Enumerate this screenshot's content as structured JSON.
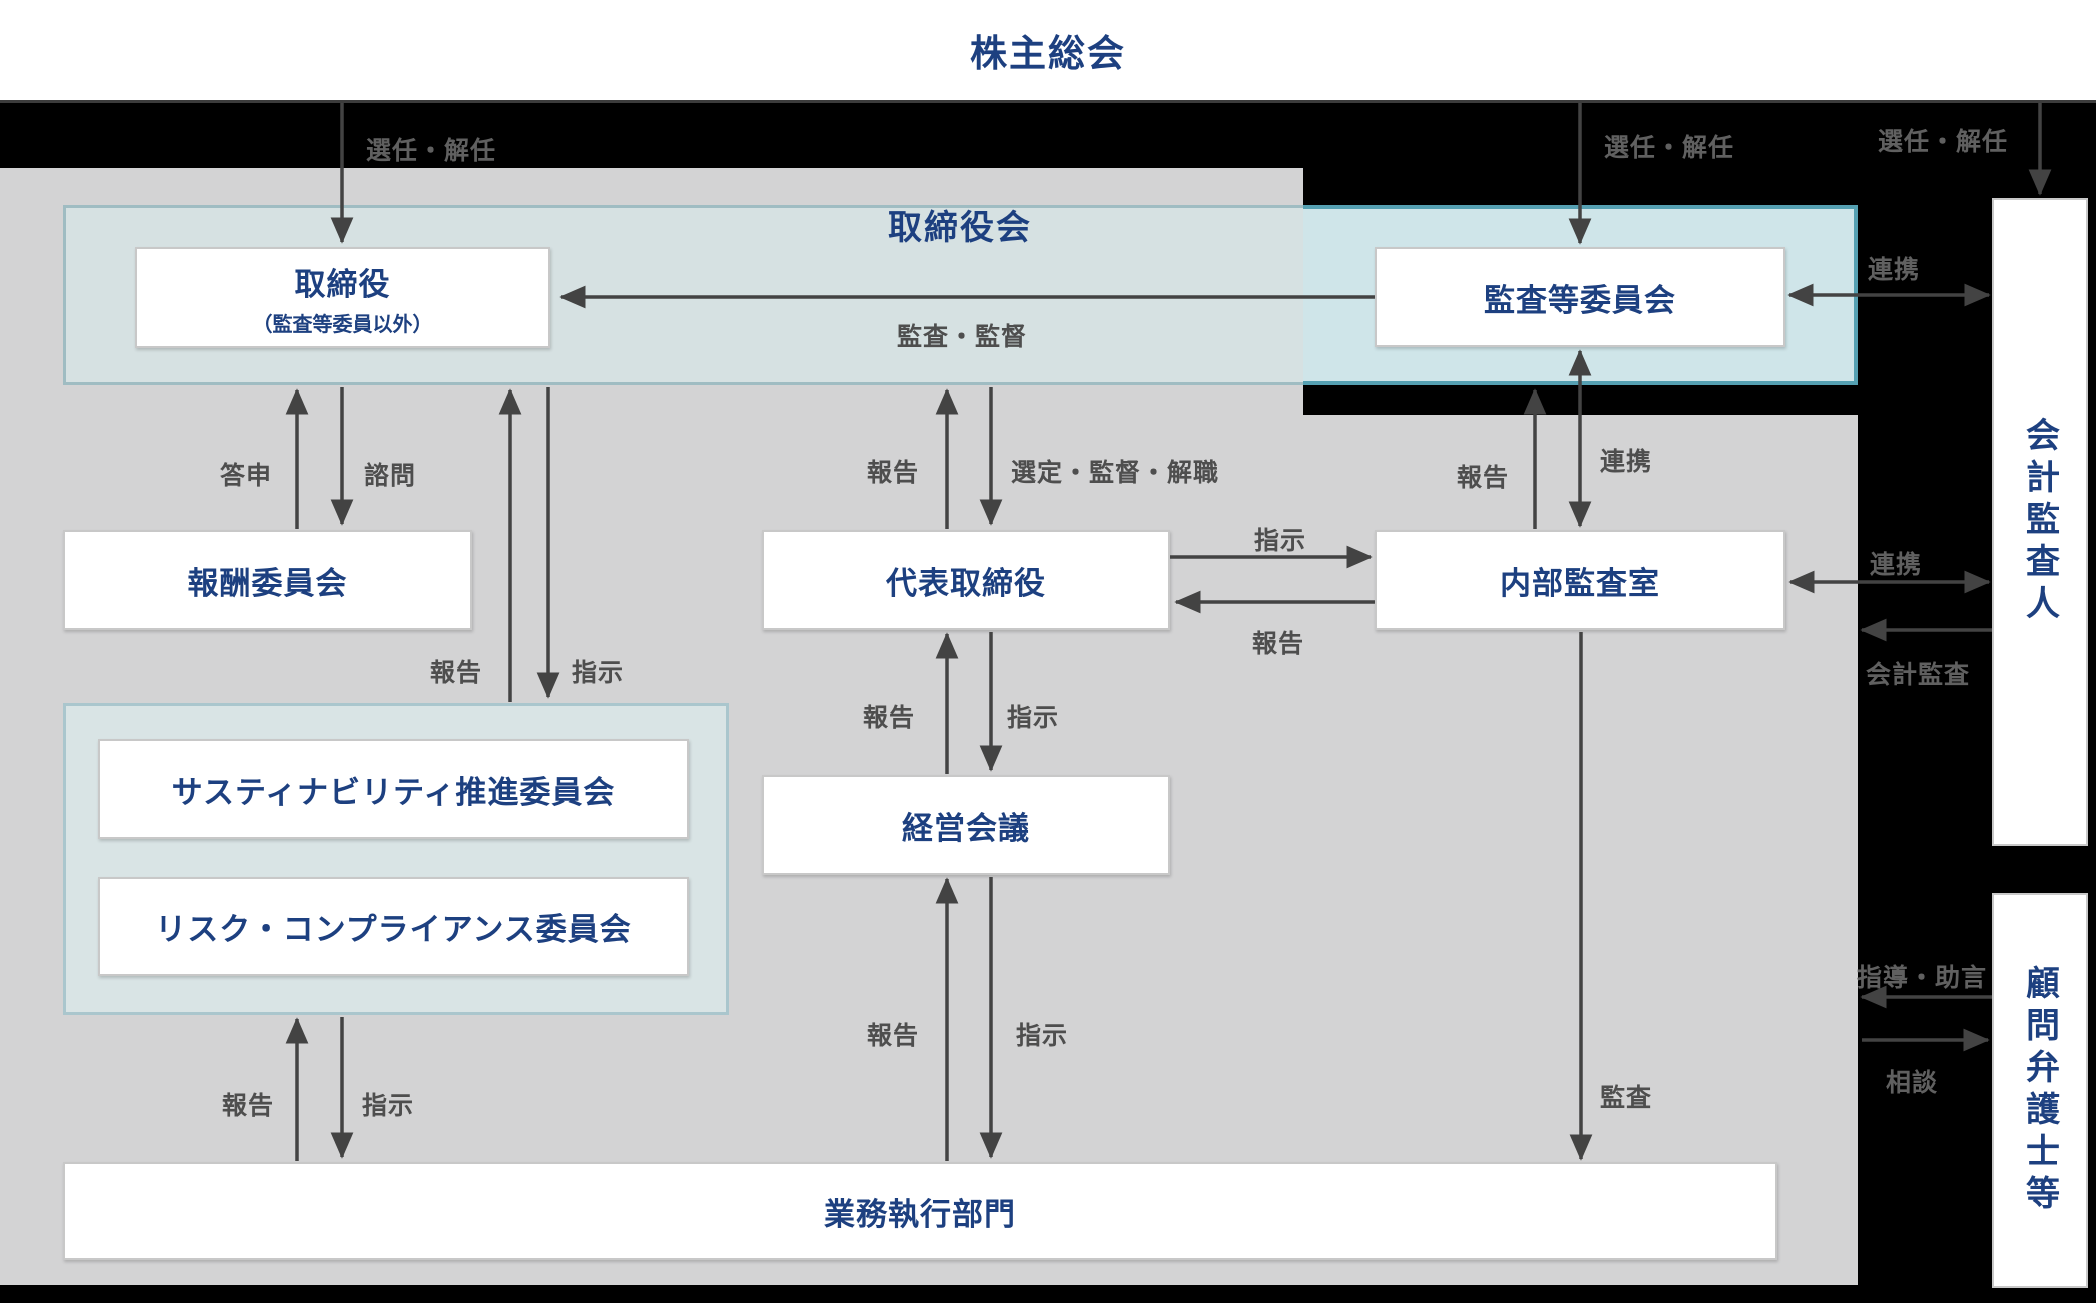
{
  "meta": {
    "diagram_type": "corporate-governance-structure",
    "background_color": "#000000",
    "panel_gray": "#d3d3d4",
    "teal_muted": "#d6e1e2",
    "teal_bright": "#cfe5e9",
    "teal_border_muted": "#9fbcc2",
    "teal_border_bright": "#55a0b2",
    "sustainability_panel_fill": "#d9e4e5",
    "navy_text": "#1d4080",
    "arrow_color": "#434343",
    "label_gray": "#4e4e4e"
  },
  "nodes": {
    "shareholders_meeting": "株主総会",
    "board_of_directors_label": "取締役会",
    "directors": "取締役",
    "directors_sub": "（監査等委員以外）",
    "audit_supervisory_committee": "監査等委員会",
    "compensation_committee": "報酬委員会",
    "representative_director": "代表取締役",
    "internal_audit_office": "内部監査室",
    "sustainability_committee": "サスティナビリティ推進委員会",
    "risk_compliance_committee": "リスク・コンプライアンス委員会",
    "management_meeting": "経営会議",
    "business_execution_division": "業務執行部門",
    "accounting_auditor": "会計監査人",
    "legal_advisors": "顧問弁護士等"
  },
  "edges": {
    "appoint_dismiss_1": "選任・解任",
    "appoint_dismiss_2": "選任・解任",
    "appoint_dismiss_3": "選任・解任",
    "audit_supervision": "監査・監督",
    "toushin": "答申",
    "shimon": "諮問",
    "report_board": "報告",
    "select_supervise_dismiss": "選定・監督・解職",
    "report_committee": "報告",
    "renkei_committee": "連携",
    "renkei_auditor_top": "連携",
    "instruct_internal": "指示",
    "report_internal": "報告",
    "renkei_auditor_mid": "連携",
    "accounting_audit": "会計監査",
    "report_sus_top": "報告",
    "instruct_sus_top": "指示",
    "report_mgmt": "報告",
    "instruct_mgmt": "指示",
    "report_exec_center": "報告",
    "instruct_exec_center": "指示",
    "report_exec_left": "報告",
    "instruct_exec_left": "指示",
    "kansa": "監査",
    "guidance_advice": "指導・助言",
    "sodan": "相談"
  }
}
